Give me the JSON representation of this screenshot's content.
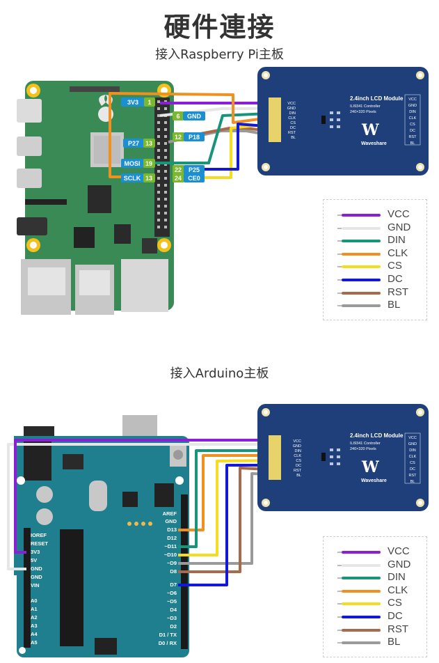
{
  "title": "硬件連接",
  "section_pi": {
    "subtitle": "接入Raspberry Pi主板"
  },
  "section_arduino": {
    "subtitle": "接入Arduino主板"
  },
  "lcd": {
    "title": "2.4inch LCD Module",
    "controller": "ILI9341 Controller",
    "resolution": "240×320 Pixels",
    "brand": "Waveshare",
    "pins": [
      "VCC",
      "GND",
      "DIN",
      "CLK",
      "CS",
      "DC",
      "RST",
      "BL"
    ]
  },
  "pi": {
    "labels": {
      "v33": "3V3",
      "p1": "1",
      "gnd": "GND",
      "p6": "6",
      "p27": "P27",
      "p13a": "13",
      "p12": "12",
      "p18": "P18",
      "mosi": "MOSI",
      "p19": "19",
      "p22": "22",
      "p25": "P25",
      "sclk": "SCLK",
      "p13b": "13",
      "p24": "24",
      "ce0": "CE0"
    }
  },
  "arduino": {
    "left_pins": [
      "IOREF",
      "RESET",
      "3V3",
      "5V",
      "GND",
      "GND",
      "VIN",
      "A0",
      "A1",
      "A2",
      "A3",
      "A4",
      "A5"
    ],
    "right_pins": [
      "AREF",
      "GND",
      "D13",
      "D12",
      "~D11",
      "~D10",
      "~D9",
      "D8",
      "D7",
      "~D6",
      "~D5",
      "D4",
      "~D3",
      "D2",
      "D1 / TX",
      "D0 / RX"
    ]
  },
  "legend": [
    {
      "label": "VCC",
      "color": "#8b1fd6"
    },
    {
      "label": "GND",
      "color": "#e6e6e6"
    },
    {
      "label": "DIN",
      "color": "#17957a"
    },
    {
      "label": "CLK",
      "color": "#f09020"
    },
    {
      "label": "CS",
      "color": "#f5dc20"
    },
    {
      "label": "DC",
      "color": "#1218d8"
    },
    {
      "label": "RST",
      "color": "#a86a4a"
    },
    {
      "label": "BL",
      "color": "#9a9a9a"
    }
  ]
}
